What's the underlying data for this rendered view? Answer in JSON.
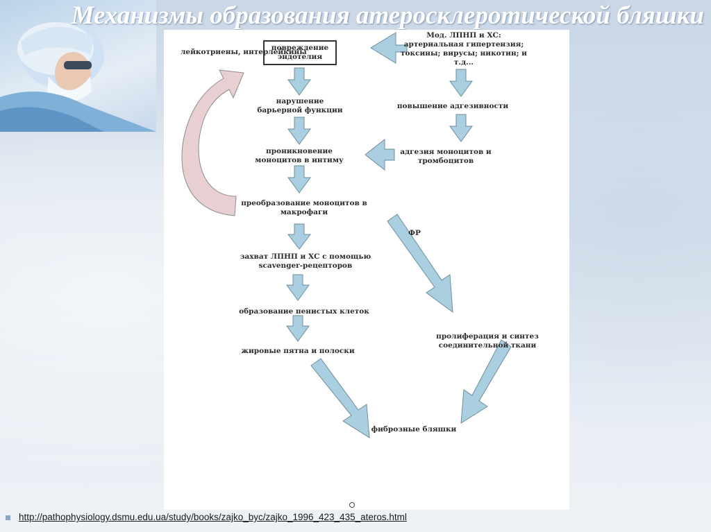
{
  "slide": {
    "title": "Механизмы образования атеросклеротической бляшки",
    "source_link": "http://pathophysiology.dsmu.edu.ua/study/books/zajko_byc/zajko_1996_423_435_ateros.html"
  },
  "diagram": {
    "left_chain": [
      "повреждение эндотелия",
      "нарушение барьерной функции",
      "проникновение моноцитов в интиму",
      "преобразование моноцитов в макрофаги",
      "захват ЛПНП и ХС с помощью scavenger-рецепторов",
      "образование пенистых клеток",
      "жировые пятна и полоски"
    ],
    "feedback_label": "лейкотриены, интерлейкины",
    "right_chain": [
      "Мод. ЛПНП и ХС: артериальная гипертензия; токсины; вирусы; никотин; и т.д...",
      "повышение адгезивности",
      "адгезия моноцитов и тромбоцитов"
    ],
    "growth_factor": "ФР",
    "proliferation": "пролиферация и синтез соединительной ткани",
    "result": "фиброзные бляшки"
  },
  "colors": {
    "arrow_fill": "#a9cfe0",
    "arrow_stroke": "#6f8c99",
    "feedback_fill": "#e8cfd2"
  }
}
